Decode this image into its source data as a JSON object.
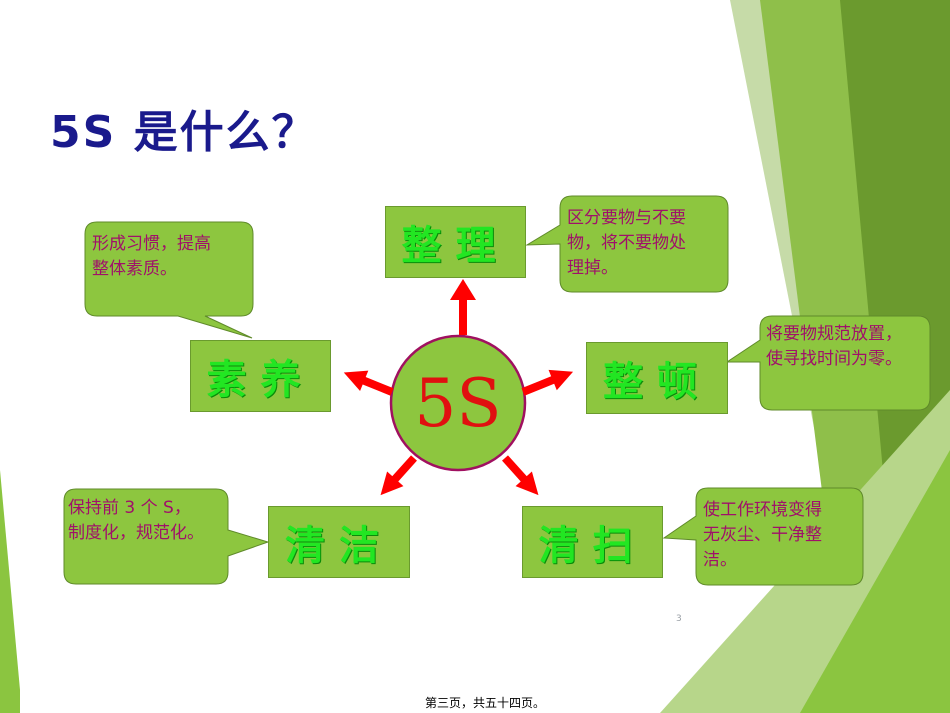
{
  "slide": {
    "title": "5S 是什么？",
    "center": "5S",
    "page_number": "3",
    "footer": "第三页，共五十四页。"
  },
  "items": [
    {
      "key": "seiri",
      "label": "整理",
      "note": "区分要物与不要\n物，将不要物处\n理掉。"
    },
    {
      "key": "seiton",
      "label": "整顿",
      "note": "将要物规范放置，\n使寻找时间为零。"
    },
    {
      "key": "seiso",
      "label": "清扫",
      "note": "使工作环境变得\n无灰尘、干净整\n洁。"
    },
    {
      "key": "seiketsu",
      "label": "清洁",
      "note": "保持前 3 个 S，\n制度化，规范化。"
    },
    {
      "key": "shitsuke",
      "label": "素养",
      "note": "形成习惯，提高\n整体素质。"
    }
  ],
  "colors": {
    "title": "#1a1a8c",
    "box_fill": "#8dc63f",
    "box_text": "#22e622",
    "note_text": "#a0106a",
    "arrow": "#ff0000",
    "circle_fill": "#8dc63f",
    "circle_border": "#a01060",
    "center_text": "#e01010"
  }
}
